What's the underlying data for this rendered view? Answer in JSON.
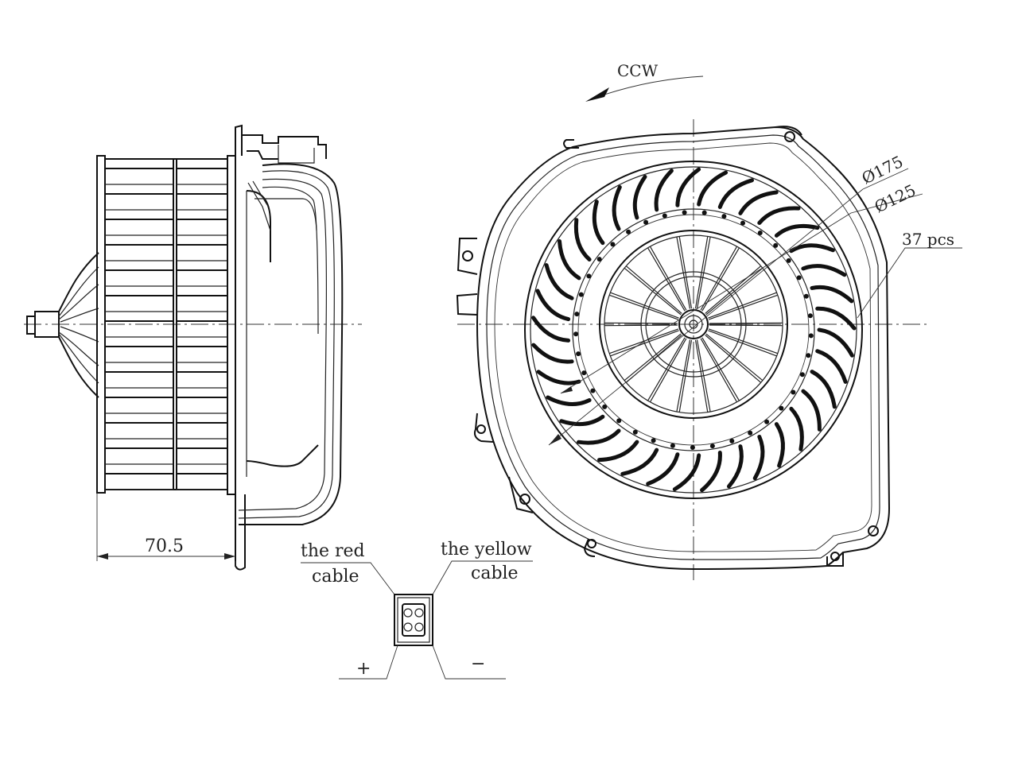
{
  "labels": {
    "rotation": "CCW",
    "outer_diameter": "Ø175",
    "inner_diameter": "Ø125",
    "blade_count": "37 pcs",
    "width_dimension": "70.5",
    "red_cable_line1": "the red",
    "red_cable_line2": "cable",
    "yellow_cable_line1": "the yellow",
    "yellow_cable_line2": "cable",
    "positive_terminal": "+",
    "negative_terminal": "−"
  },
  "icons": {
    "rotation_arrow": "ccw-arrow-icon",
    "connector": "connector-plug-icon"
  },
  "colors": {
    "line": "#111111",
    "background": "#ffffff"
  }
}
